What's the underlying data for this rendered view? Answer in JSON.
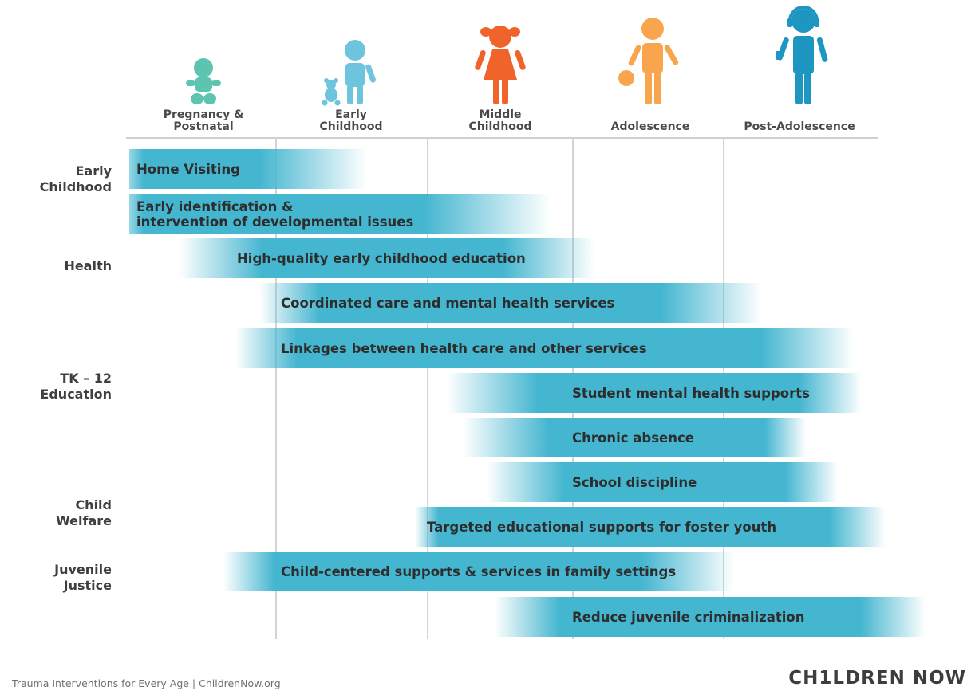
{
  "colors": {
    "bar": "#45b6d0",
    "teal_figure": "#5cc4b1",
    "light_blue_figure": "#6ec4dd",
    "orange_figure": "#f0642c",
    "light_orange_figure": "#f9a54e",
    "blue_figure": "#1d97c2"
  },
  "stages": [
    {
      "label": "Pregnancy &\nPostnatal",
      "icon": "baby-icon"
    },
    {
      "label": "Early\nChildhood",
      "icon": "child-with-teddy-icon"
    },
    {
      "label": "Middle\nChildhood",
      "icon": "girl-icon"
    },
    {
      "label": "Adolescence",
      "icon": "boy-with-ball-icon"
    },
    {
      "label": "Post-Adolescence",
      "icon": "teen-with-headphones-icon"
    }
  ],
  "categories": [
    "Early\nChildhood",
    "Health",
    "TK – 12\nEducation",
    "Child\nWelfare",
    "Juvenile\nJustice"
  ],
  "interventions": [
    "Home Visiting",
    "Early identification &\nintervention of developmental issues",
    "High-quality early childhood education",
    "Coordinated care and mental health services",
    "Linkages between health care and other services",
    "Student mental health supports",
    "Chronic absence",
    "School discipline",
    "Targeted educational supports for foster youth",
    "Child-centered supports & services in family settings",
    "Reduce juvenile criminalization"
  ],
  "footer": {
    "caption": "Trauma Interventions for Every Age  |  ChildrenNow.org",
    "brand": "CH1LDREN NOW"
  }
}
